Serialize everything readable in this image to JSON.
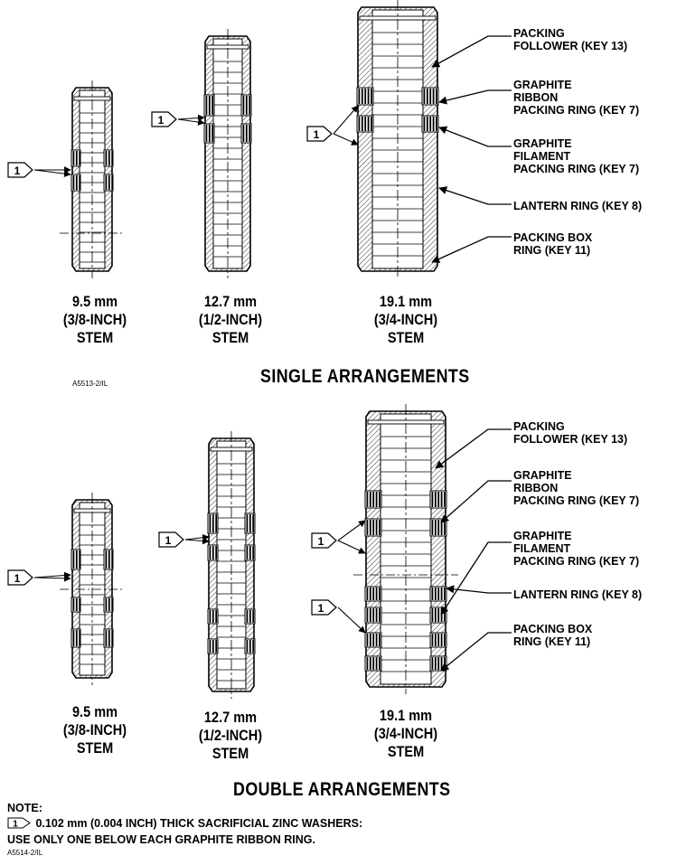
{
  "single": {
    "heading": "SINGLE ARRANGEMENTS",
    "code": "A5513-2/IL",
    "stems": [
      {
        "mm": "9.5 mm",
        "inch": "(3/8-INCH)",
        "word": "STEM"
      },
      {
        "mm": "12.7 mm",
        "inch": "(1/2-INCH)",
        "word": "STEM"
      },
      {
        "mm": "19.1 mm",
        "inch": "(3/4-INCH)",
        "word": "STEM"
      }
    ],
    "parts": [
      {
        "lines": [
          "PACKING",
          "FOLLOWER (KEY 13)"
        ]
      },
      {
        "lines": [
          "GRAPHITE",
          "RIBBON",
          "PACKING RING (KEY 7)"
        ]
      },
      {
        "lines": [
          "GRAPHITE",
          "FILAMENT",
          "PACKING RING (KEY 7)"
        ]
      },
      {
        "lines": [
          "LANTERN RING (KEY 8)"
        ]
      },
      {
        "lines": [
          "PACKING BOX",
          "RING (KEY 11)"
        ]
      }
    ]
  },
  "double": {
    "heading": "DOUBLE ARRANGEMENTS",
    "code": "A5514-2/IL",
    "stems": [
      {
        "mm": "9.5 mm",
        "inch": "(3/8-INCH)",
        "word": "STEM"
      },
      {
        "mm": "12.7 mm",
        "inch": "(1/2-INCH)",
        "word": "STEM"
      },
      {
        "mm": "19.1 mm",
        "inch": "(3/4-INCH)",
        "word": "STEM"
      }
    ],
    "parts": [
      {
        "lines": [
          "PACKING",
          "FOLLOWER (KEY 13)"
        ]
      },
      {
        "lines": [
          "GRAPHITE",
          "RIBBON",
          "PACKING RING (KEY 7)"
        ]
      },
      {
        "lines": [
          "GRAPHITE",
          "FILAMENT",
          "PACKING RING (KEY 7)"
        ]
      },
      {
        "lines": [
          "LANTERN RING (KEY 8)"
        ]
      },
      {
        "lines": [
          "PACKING BOX",
          "RING (KEY 11)"
        ]
      }
    ]
  },
  "callout_label": "1",
  "note": {
    "title": "NOTE:",
    "marker": "1",
    "line1": "0.102 mm (0.004 INCH) THICK SACRIFICIAL ZINC WASHERS:",
    "line2": "USE ONLY ONE BELOW EACH GRAPHITE RIBBON RING."
  }
}
